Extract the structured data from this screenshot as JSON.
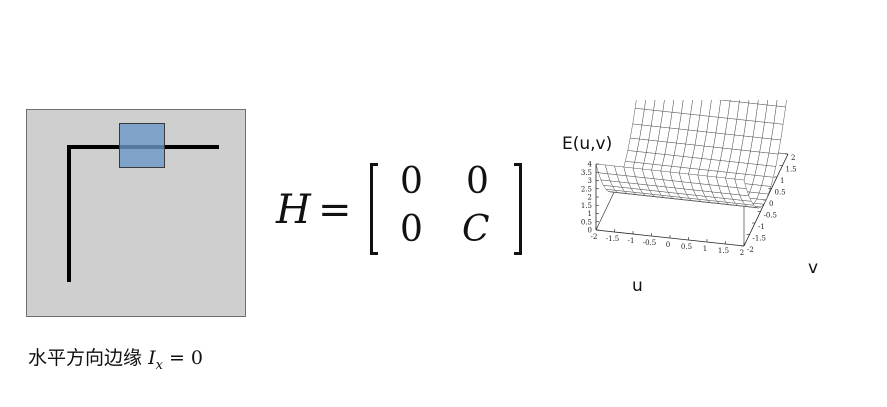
{
  "caption": {
    "text": "水平方向边缘",
    "math_var": "I",
    "math_sub": "x",
    "math_rest": " = 0"
  },
  "equation": {
    "lhs": "H",
    "eq": "=",
    "matrix": [
      [
        "0",
        "0"
      ],
      [
        "0",
        "C"
      ]
    ]
  },
  "plot": {
    "title": "E(u,v)",
    "u_label": "u",
    "v_label": "v",
    "z_ticks": [
      "4",
      "3.5",
      "3",
      "2.5",
      "2",
      "1.5",
      "1",
      "0.5",
      "0"
    ],
    "u_ticks": [
      "-2",
      "-1.5",
      "-1",
      "-0.5",
      "0",
      "0.5",
      "1",
      "1.5",
      "2"
    ],
    "v_ticks": [
      "-2",
      "-1.5",
      "-1",
      "-0.5",
      "0",
      "0.5",
      "1",
      "1.5",
      "2"
    ]
  }
}
